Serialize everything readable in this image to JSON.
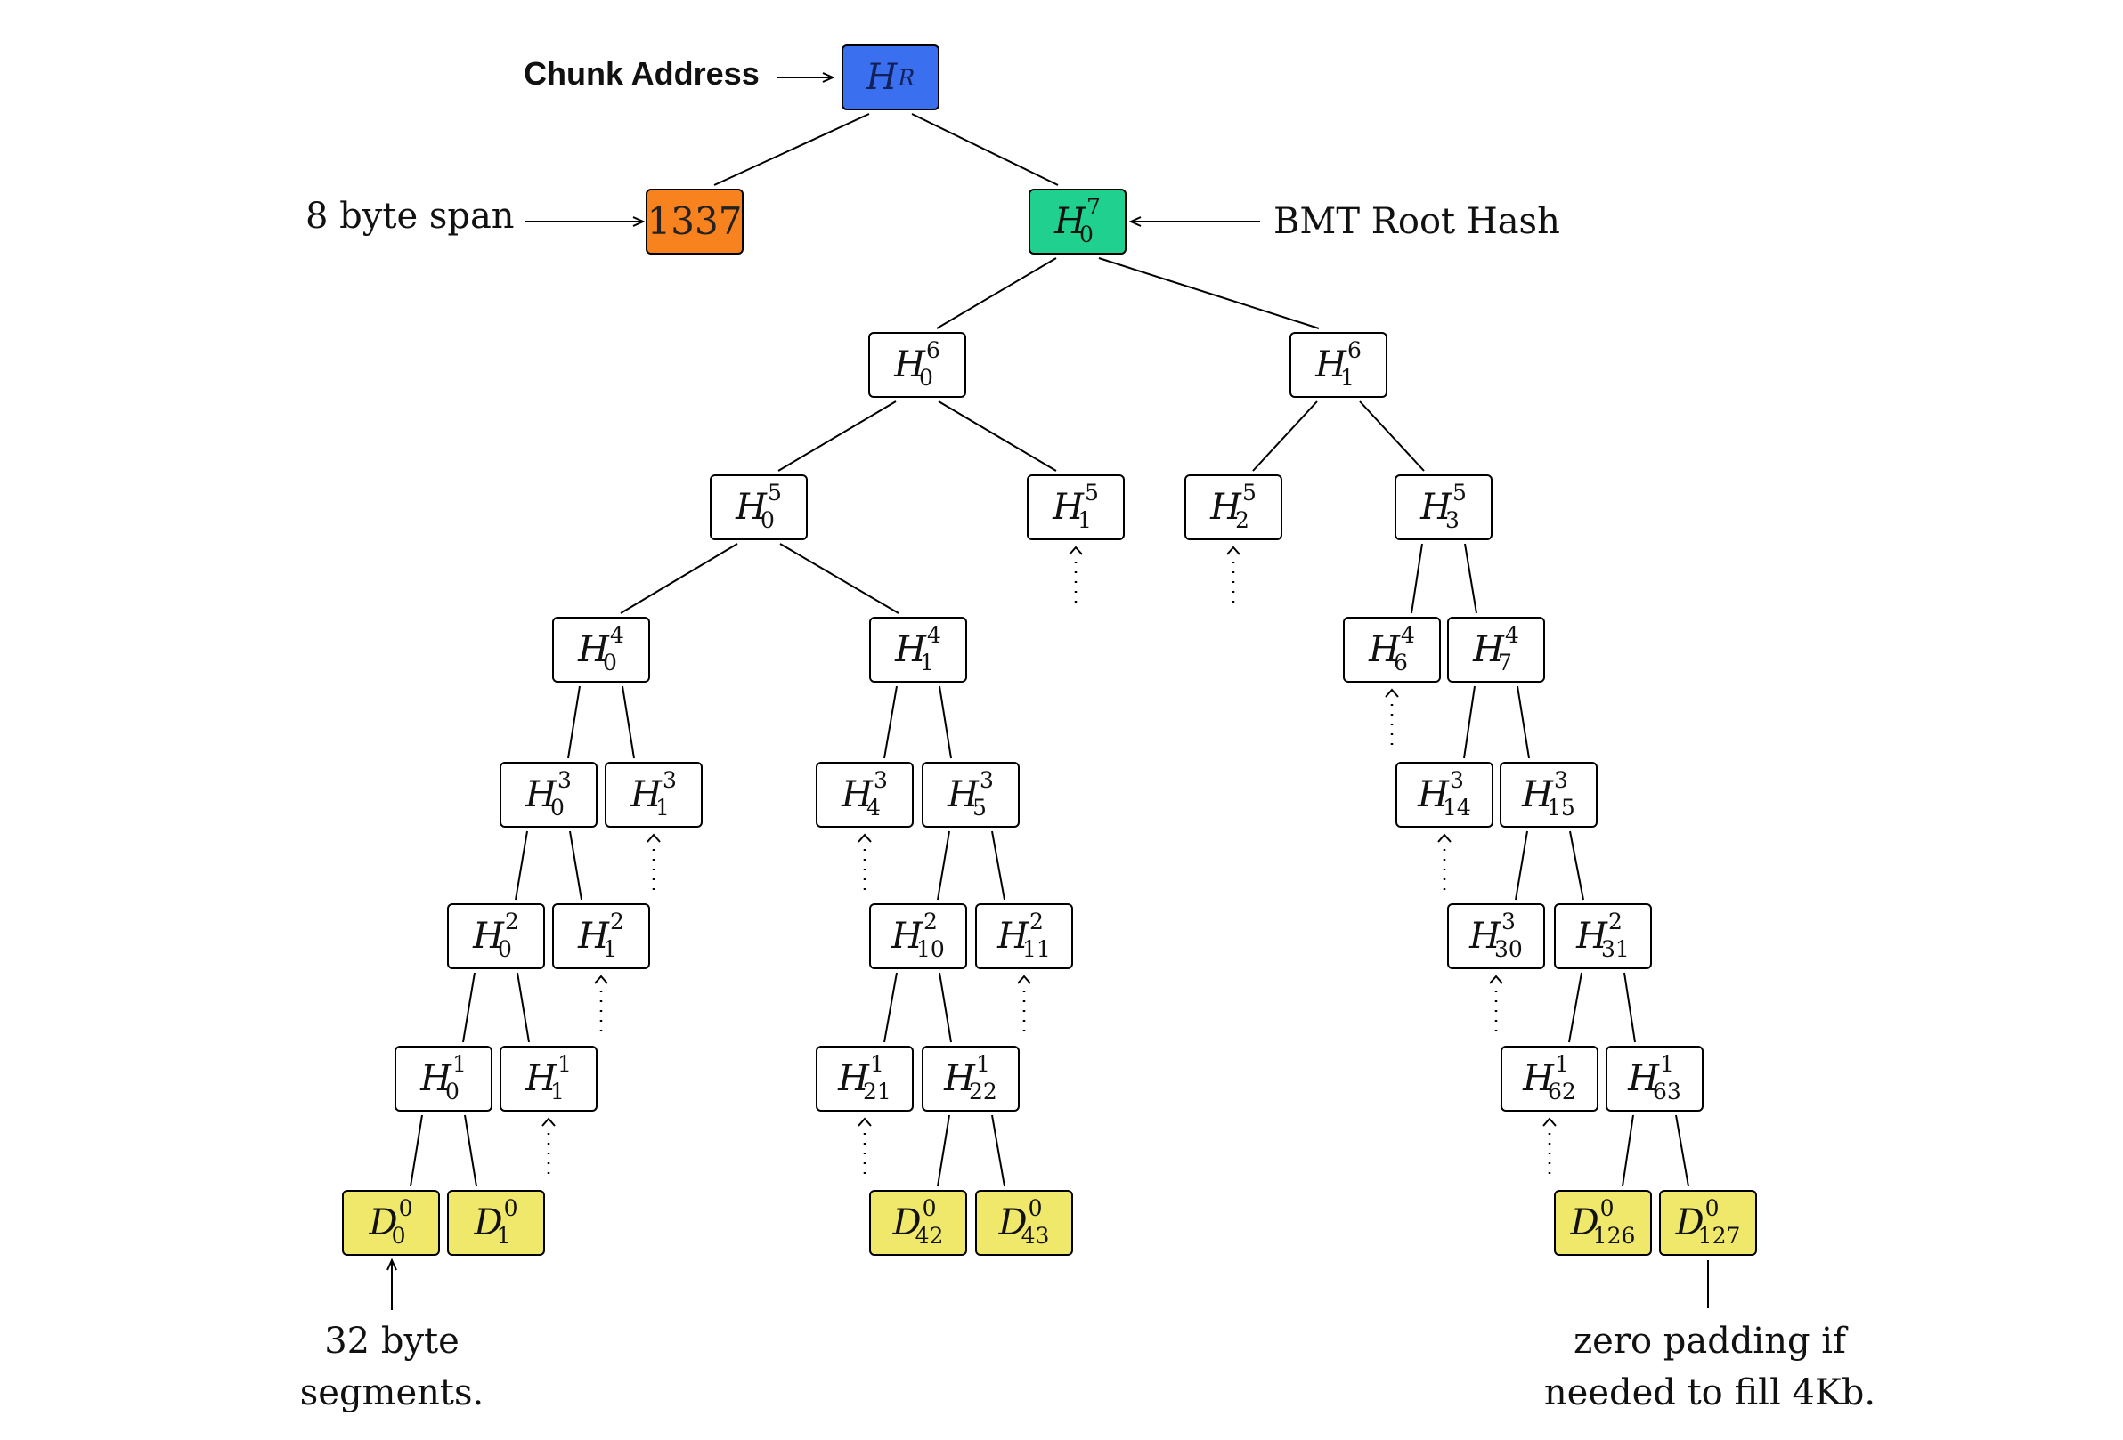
{
  "labels": {
    "chunk_address": "Chunk Address",
    "span": "8 byte span",
    "bmt_root": "BMT Root Hash",
    "segments_line1": "32 byte",
    "segments_line2": "segments.",
    "padding_line1": "zero padding if",
    "padding_line2": "needed to fill 4Kb."
  },
  "nodes": [
    {
      "id": "hr",
      "kind": "root",
      "sym": "H",
      "sub": "R",
      "sup": ""
    },
    {
      "id": "span",
      "kind": "span",
      "text": "1337"
    },
    {
      "id": "h7_0",
      "kind": "bmt",
      "sym": "H",
      "sup": "7",
      "sub": "0"
    },
    {
      "id": "h6_0",
      "kind": "hash",
      "sym": "H",
      "sup": "6",
      "sub": "0"
    },
    {
      "id": "h6_1",
      "kind": "hash",
      "sym": "H",
      "sup": "6",
      "sub": "1"
    },
    {
      "id": "h5_0",
      "kind": "hash",
      "sym": "H",
      "sup": "5",
      "sub": "0"
    },
    {
      "id": "h5_1",
      "kind": "hash",
      "sym": "H",
      "sup": "5",
      "sub": "1"
    },
    {
      "id": "h5_2",
      "kind": "hash",
      "sym": "H",
      "sup": "5",
      "sub": "2"
    },
    {
      "id": "h5_3",
      "kind": "hash",
      "sym": "H",
      "sup": "5",
      "sub": "3"
    },
    {
      "id": "h4_0",
      "kind": "hash",
      "sym": "H",
      "sup": "4",
      "sub": "0"
    },
    {
      "id": "h4_1",
      "kind": "hash",
      "sym": "H",
      "sup": "4",
      "sub": "1"
    },
    {
      "id": "h4_6",
      "kind": "hash",
      "sym": "H",
      "sup": "4",
      "sub": "6"
    },
    {
      "id": "h4_7",
      "kind": "hash",
      "sym": "H",
      "sup": "4",
      "sub": "7"
    },
    {
      "id": "h3_0",
      "kind": "hash",
      "sym": "H",
      "sup": "3",
      "sub": "0"
    },
    {
      "id": "h3_1",
      "kind": "hash",
      "sym": "H",
      "sup": "3",
      "sub": "1"
    },
    {
      "id": "h3_4",
      "kind": "hash",
      "sym": "H",
      "sup": "3",
      "sub": "4"
    },
    {
      "id": "h3_5",
      "kind": "hash",
      "sym": "H",
      "sup": "3",
      "sub": "5"
    },
    {
      "id": "h3_14",
      "kind": "hash",
      "sym": "H",
      "sup": "3",
      "sub": "14"
    },
    {
      "id": "h3_15",
      "kind": "hash",
      "sym": "H",
      "sup": "3",
      "sub": "15"
    },
    {
      "id": "h2_0",
      "kind": "hash",
      "sym": "H",
      "sup": "2",
      "sub": "0"
    },
    {
      "id": "h2_1",
      "kind": "hash",
      "sym": "H",
      "sup": "2",
      "sub": "1"
    },
    {
      "id": "h2_10",
      "kind": "hash",
      "sym": "H",
      "sup": "2",
      "sub": "10"
    },
    {
      "id": "h2_11",
      "kind": "hash",
      "sym": "H",
      "sup": "2",
      "sub": "11"
    },
    {
      "id": "h3_30",
      "kind": "hash",
      "sym": "H",
      "sup": "3",
      "sub": "30"
    },
    {
      "id": "h2_31",
      "kind": "hash",
      "sym": "H",
      "sup": "2",
      "sub": "31"
    },
    {
      "id": "h1_0",
      "kind": "hash",
      "sym": "H",
      "sup": "1",
      "sub": "0"
    },
    {
      "id": "h1_1",
      "kind": "hash",
      "sym": "H",
      "sup": "1",
      "sub": "1"
    },
    {
      "id": "h1_21",
      "kind": "hash",
      "sym": "H",
      "sup": "1",
      "sub": "21"
    },
    {
      "id": "h1_22",
      "kind": "hash",
      "sym": "H",
      "sup": "1",
      "sub": "22"
    },
    {
      "id": "h1_62",
      "kind": "hash",
      "sym": "H",
      "sup": "1",
      "sub": "62"
    },
    {
      "id": "h1_63",
      "kind": "hash",
      "sym": "H",
      "sup": "1",
      "sub": "63"
    },
    {
      "id": "d0_0",
      "kind": "data",
      "sym": "D",
      "sup": "0",
      "sub": "0"
    },
    {
      "id": "d0_1",
      "kind": "data",
      "sym": "D",
      "sup": "0",
      "sub": "1"
    },
    {
      "id": "d0_42",
      "kind": "data",
      "sym": "D",
      "sup": "0",
      "sub": "42"
    },
    {
      "id": "d0_43",
      "kind": "data",
      "sym": "D",
      "sup": "0",
      "sub": "43"
    },
    {
      "id": "d0_126",
      "kind": "data",
      "sym": "D",
      "sup": "0",
      "sub": "126"
    },
    {
      "id": "d0_127",
      "kind": "data",
      "sym": "D",
      "sup": "0",
      "sub": "127"
    }
  ],
  "colors": {
    "root": "#3a6ff0",
    "span": "#f7821e",
    "bmt_root": "#20d08e",
    "data": "#f0e86a"
  }
}
